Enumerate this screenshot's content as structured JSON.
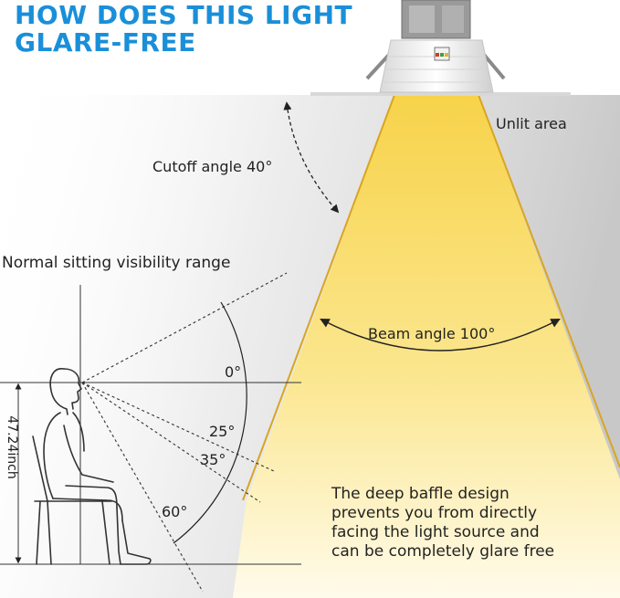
{
  "header": {
    "title_line1": "HOW DOES THIS LIGHT",
    "title_line2": "GLARE-FREE"
  },
  "labels": {
    "unlit_area": "Unlit area",
    "cutoff_angle": "Cutoff angle 40°",
    "visibility_range": "Normal sitting visibility range",
    "beam_angle": "Beam angle 100°",
    "angle_0": "0°",
    "angle_25": "25°",
    "angle_35": "35°",
    "angle_60": "60°",
    "height": "47.24inch"
  },
  "description": {
    "line1": "The deep baffle design",
    "line2": "prevents you from directly",
    "line3": "facing the light source and",
    "line4": "can be completely glare free"
  },
  "colors": {
    "heading": "#1a8fd9",
    "beam": "#fbe27a",
    "beam_edge": "#d9a521",
    "shade": "#cfcfcf",
    "text": "#222222"
  }
}
